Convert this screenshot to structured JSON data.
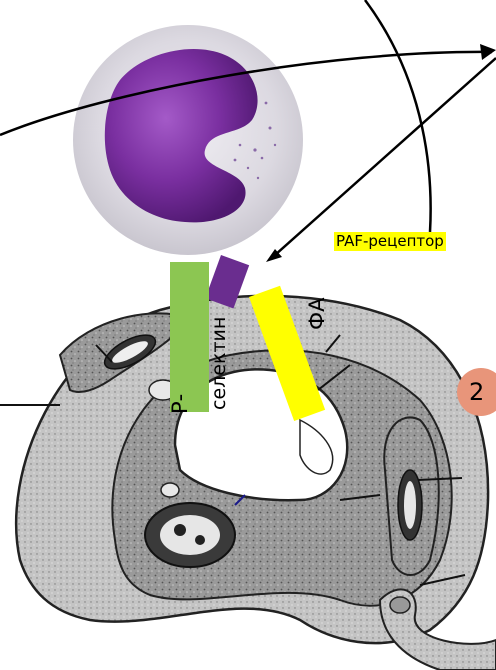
{
  "labels": {
    "paf_receptor": "PAF-рецептор",
    "p_selectin_prefix": "Р-",
    "p_selectin_word": "селектин",
    "phospholipid": "ФА",
    "step_number": "2"
  },
  "colors": {
    "paf_highlight": "#ffff00",
    "p_selectin_bar": "#8cc652",
    "phospholipid_bar": "#ffff00",
    "receptor_block": "#6a2d8f",
    "badge": "#e8957a",
    "nucleus": "#6b2490",
    "cell_body": "#d9d6de"
  }
}
